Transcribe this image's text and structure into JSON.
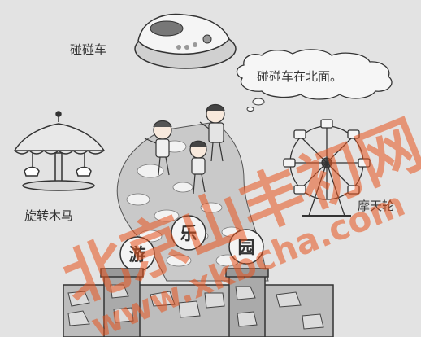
{
  "labels": {
    "bumper_car": "碰碰车",
    "merry_go_round": "旋转木马",
    "ferris_wheel": "摩天轮"
  },
  "speech_bubble": "碰碰车在北面。",
  "sign_chars": [
    "游",
    "乐",
    "园"
  ],
  "watermark": {
    "text": "北京山丰初网",
    "url_text": "www.xkbcha.com",
    "color": "#e8541e"
  },
  "colors": {
    "background": "#e3e3e3",
    "line": "#3a3a3a",
    "path": "#c9c9c9",
    "stone": "#f2f2f2"
  }
}
